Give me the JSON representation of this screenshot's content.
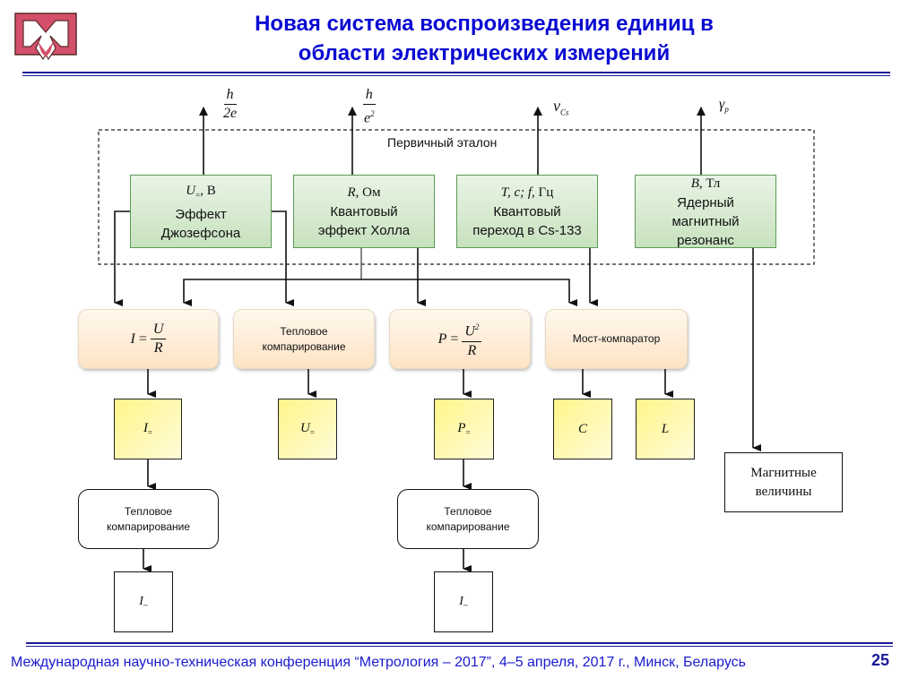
{
  "header": {
    "title_line1": "Новая система воспроизведения единиц в",
    "title_line2": "области электрических измерений",
    "logo": "conference-logo-icon"
  },
  "constants": {
    "josephson": {
      "num": "h",
      "den": "2e"
    },
    "hall": {
      "num": "h",
      "den": "e",
      "den_sup": "2"
    },
    "cesium": {
      "symbol": "ν",
      "sub": "Cs"
    },
    "proton": {
      "symbol": "γ",
      "sub": "p"
    }
  },
  "primary_standard": {
    "label": "Первичный эталон",
    "blocks": [
      {
        "quantity": "U",
        "quantity_sub": "=",
        "unit": ", В",
        "line1": "Эффект",
        "line2": "Джозефсона"
      },
      {
        "quantity": "R",
        "unit": ", Ом",
        "line1": "Квантовый",
        "line2": "эффект Холла"
      },
      {
        "quantity": "T, c; f",
        "unit": ", Гц",
        "line1": "Квантовый",
        "line2": "переход в Cs-133"
      },
      {
        "quantity": "B",
        "unit": ", Тл",
        "line1": "Ядерный",
        "line2": "магнитный",
        "line3": "резонанс"
      }
    ]
  },
  "processing": {
    "ohm_law": {
      "lhs": "I",
      "num": "U",
      "den": "R"
    },
    "thermal_compare": {
      "line1": "Тепловое",
      "line2": "компарирование"
    },
    "power": {
      "lhs": "P",
      "num": "U",
      "num_sup": "2",
      "den": "R"
    },
    "bridge": {
      "label": "Мост-компаратор"
    }
  },
  "outputs": {
    "i_dc": {
      "symbol": "I",
      "sub": "="
    },
    "u_dc": {
      "symbol": "U",
      "sub": "="
    },
    "p_dc": {
      "symbol": "P",
      "sub": "="
    },
    "c": {
      "symbol": "C"
    },
    "l": {
      "symbol": "L"
    },
    "magnetic": {
      "line1": "Магнитные",
      "line2": "величины"
    }
  },
  "ac_stage": {
    "thermal_left": {
      "line1": "Тепловое",
      "line2": "компарирование"
    },
    "thermal_right": {
      "line1": "Тепловое",
      "line2": "компарирование"
    },
    "i_ac_left": {
      "symbol": "I",
      "sub": "~"
    },
    "i_ac_right": {
      "symbol": "I",
      "sub": "~"
    }
  },
  "footer": {
    "text": "Международная научно-техническая конференция “Метрология – 2017”, 4–5 апреля, 2017 г., Минск, Беларусь",
    "page": "25"
  },
  "colors": {
    "title": "#0a0ad2",
    "rule": "#1a1a9a",
    "green_block": "#c7e2bf",
    "peach_block": "#fde3c4",
    "yellow_block": "#fff68a"
  }
}
